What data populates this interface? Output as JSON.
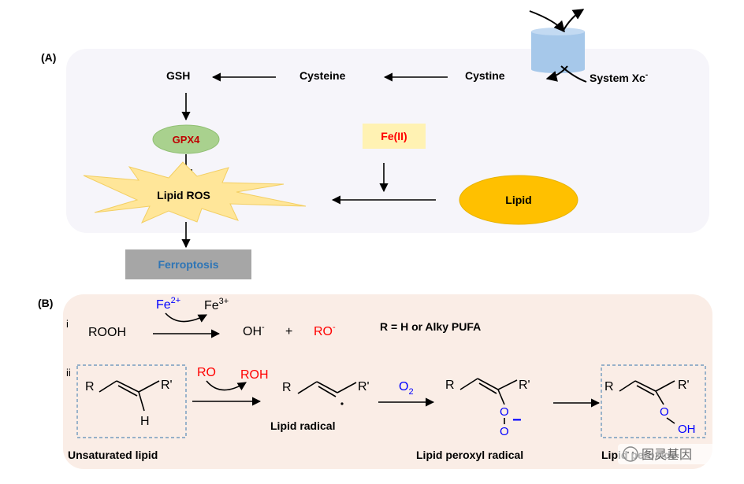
{
  "panel_a": {
    "label": "(A)",
    "gsh": "GSH",
    "cysteine": "Cysteine",
    "cystine": "Cystine",
    "system_xc": "System Xc",
    "system_xc_sup": "-",
    "gpx4": "GPX4",
    "fe2": "Fe(II)",
    "lipid_ros": "Lipid ROS",
    "lipid": "Lipid",
    "ferroptosis": "Ferroptosis"
  },
  "panel_b": {
    "label": "(B)",
    "row_i": {
      "marker": "i",
      "rooh": "ROOH",
      "fe2_base": "Fe",
      "fe2_sup": "2+",
      "fe3_base": "Fe",
      "fe3_sup": "3+",
      "oh_base": "OH",
      "oh_sup": "-",
      "plus": "+",
      "ro_base": "RO",
      "ro_sup": "-",
      "r_def": "R = H or Alky  PUFA"
    },
    "row_ii": {
      "marker": "ii",
      "r": "R",
      "r_prime": "R'",
      "h": "H",
      "ro": "RO",
      "roh": "ROH",
      "o2_base": "O",
      "o2_sub": "2",
      "o": "O",
      "o_minus": "O",
      "minus": "−",
      "oh": "OH",
      "unsaturated_lipid": "Unsaturated lipid",
      "lipid_radical": "Lipid radical",
      "lipid_peroxyl_radical": "Lipid peroxyl radical",
      "lipid_peroxide": "Lipid peroxide",
      "watermark": "图灵基因"
    }
  },
  "colors": {
    "panel_a_bg": "#f6f5fa",
    "panel_b_bg": "#faede6",
    "gpx4_fill": "#a9d18e",
    "gpx4_text": "#c00000",
    "fe_fill": "#fff2b3",
    "fe_text": "#ff0000",
    "lipid_fill": "#ffc000",
    "ros_fill": "#ffe699",
    "ferro_fill": "#a6a6a6",
    "ferro_text": "#2e75b6",
    "transporter": "#a6c8ea",
    "red": "#ff0000",
    "blue": "#0000ff",
    "dash": "#5b8db8"
  }
}
